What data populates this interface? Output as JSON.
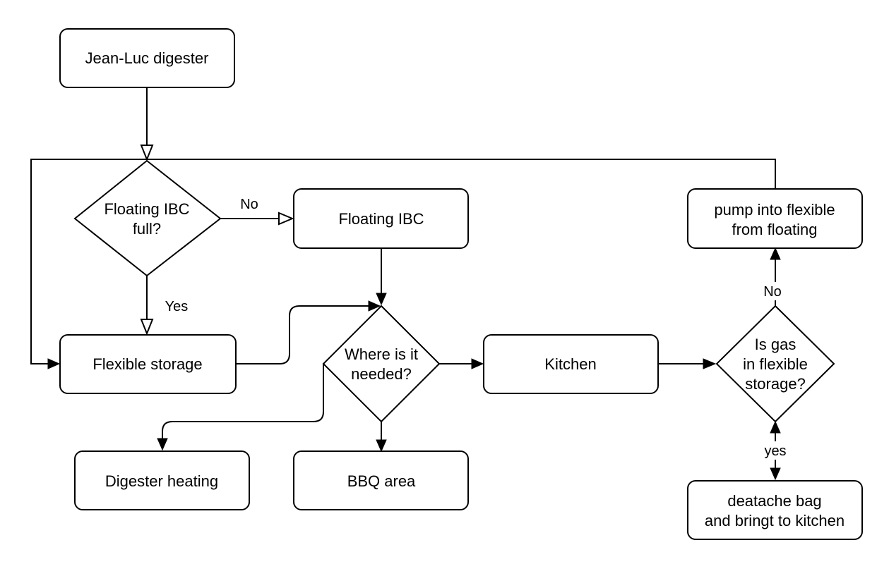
{
  "nodes": {
    "jeanluc": {
      "lines": [
        "Jean-Luc digester"
      ]
    },
    "full": {
      "lines": [
        "Floating IBC",
        "full?"
      ]
    },
    "floating": {
      "lines": [
        "Floating IBC"
      ]
    },
    "flexible": {
      "lines": [
        "Flexible storage"
      ]
    },
    "where": {
      "lines": [
        "Where is it",
        "needed?"
      ]
    },
    "kitchen": {
      "lines": [
        "Kitchen"
      ]
    },
    "isgas": {
      "lines": [
        "Is gas",
        "in flexible",
        "storage?"
      ]
    },
    "pump": {
      "lines": [
        "pump into flexible",
        "from floating"
      ]
    },
    "heating": {
      "lines": [
        "Digester heating"
      ]
    },
    "bbq": {
      "lines": [
        "BBQ area"
      ]
    },
    "detach": {
      "lines": [
        "deatache bag",
        "and bringt to kitchen"
      ]
    }
  },
  "edge_labels": {
    "no_top": "No",
    "yes_left": "Yes",
    "no_right": "No",
    "yes_bottom": "yes"
  }
}
